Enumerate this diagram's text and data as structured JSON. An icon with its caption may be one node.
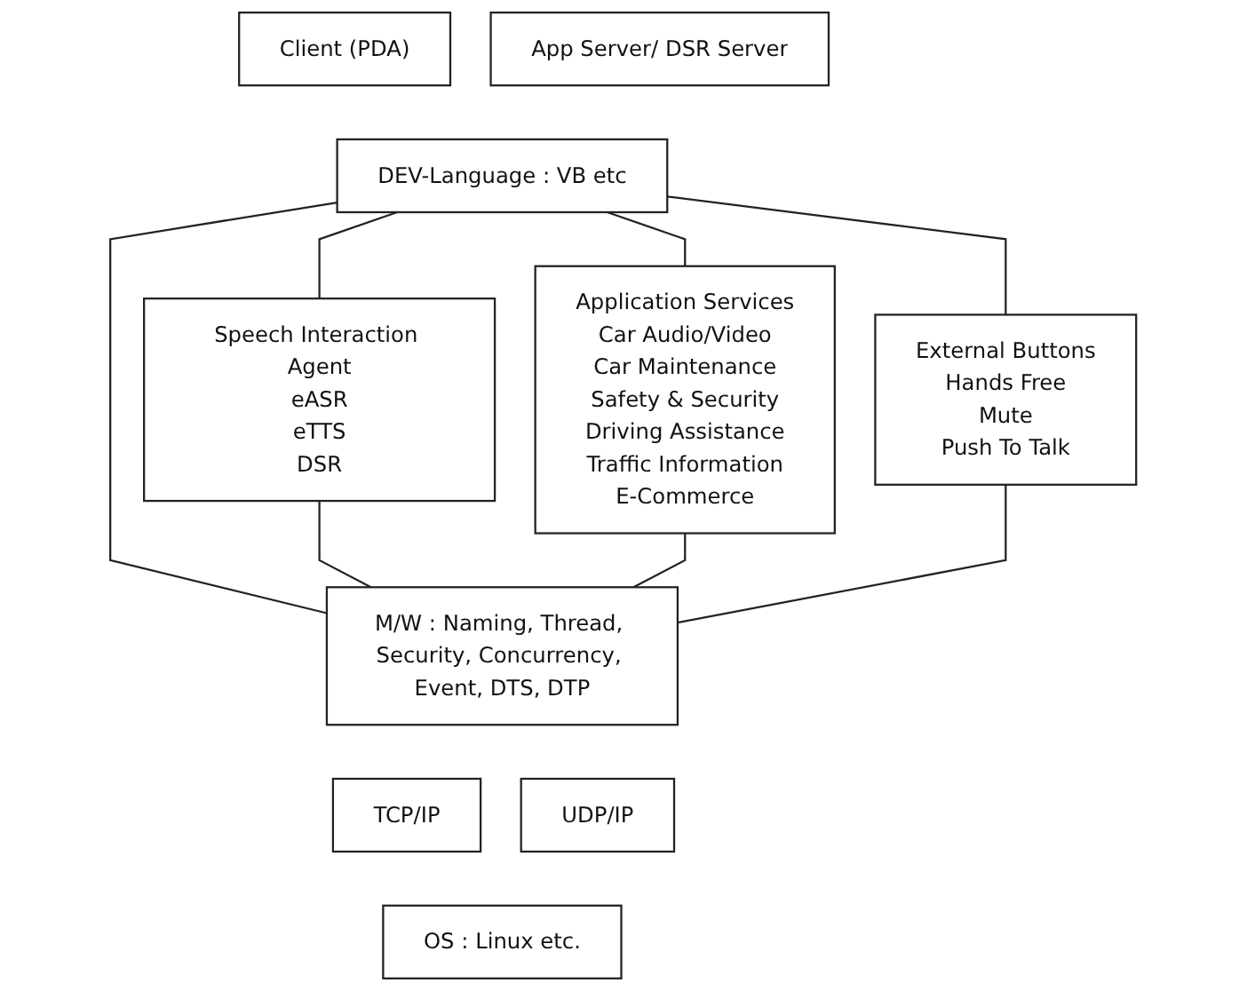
{
  "diagram": {
    "nodes": [
      {
        "text": [
          "Client (PDA)"
        ]
      },
      {
        "text": [
          "App Server/ DSR Server"
        ]
      },
      {
        "text": [
          "DEV-Language : VB etc"
        ]
      },
      {
        "text": [
          "Speech Interaction Agent",
          "eASR",
          "eTTS",
          "DSR"
        ]
      },
      {
        "text": [
          "Application Services",
          "Car Audio/Video",
          "Car Maintenance",
          "Safety & Security",
          "Driving Assistance",
          "Traffic Information",
          "E-Commerce"
        ]
      },
      {
        "text": [
          "External Buttons",
          "Hands Free",
          "Mute",
          "Push To Talk"
        ]
      },
      {
        "text": [
          "M/W : Naming, Thread, Security, Concurrency, Event, DTS, DTP"
        ]
      },
      {
        "text": [
          "TCP/IP"
        ]
      },
      {
        "text": [
          "UDP/IP"
        ]
      },
      {
        "text": [
          "OS : Linux etc."
        ]
      }
    ],
    "edges": [
      {
        "from": 2,
        "to": 3,
        "arrow": "none"
      },
      {
        "from": 2,
        "to": 4,
        "arrow": "none"
      },
      {
        "from": 2,
        "to": 5,
        "arrow": "none"
      },
      {
        "from": 2,
        "to": 6,
        "arrow": "none"
      },
      {
        "from": 3,
        "to": 6,
        "arrow": "none"
      },
      {
        "from": 4,
        "to": 6,
        "arrow": "none"
      },
      {
        "from": 5,
        "to": 6,
        "arrow": "none"
      }
    ]
  }
}
